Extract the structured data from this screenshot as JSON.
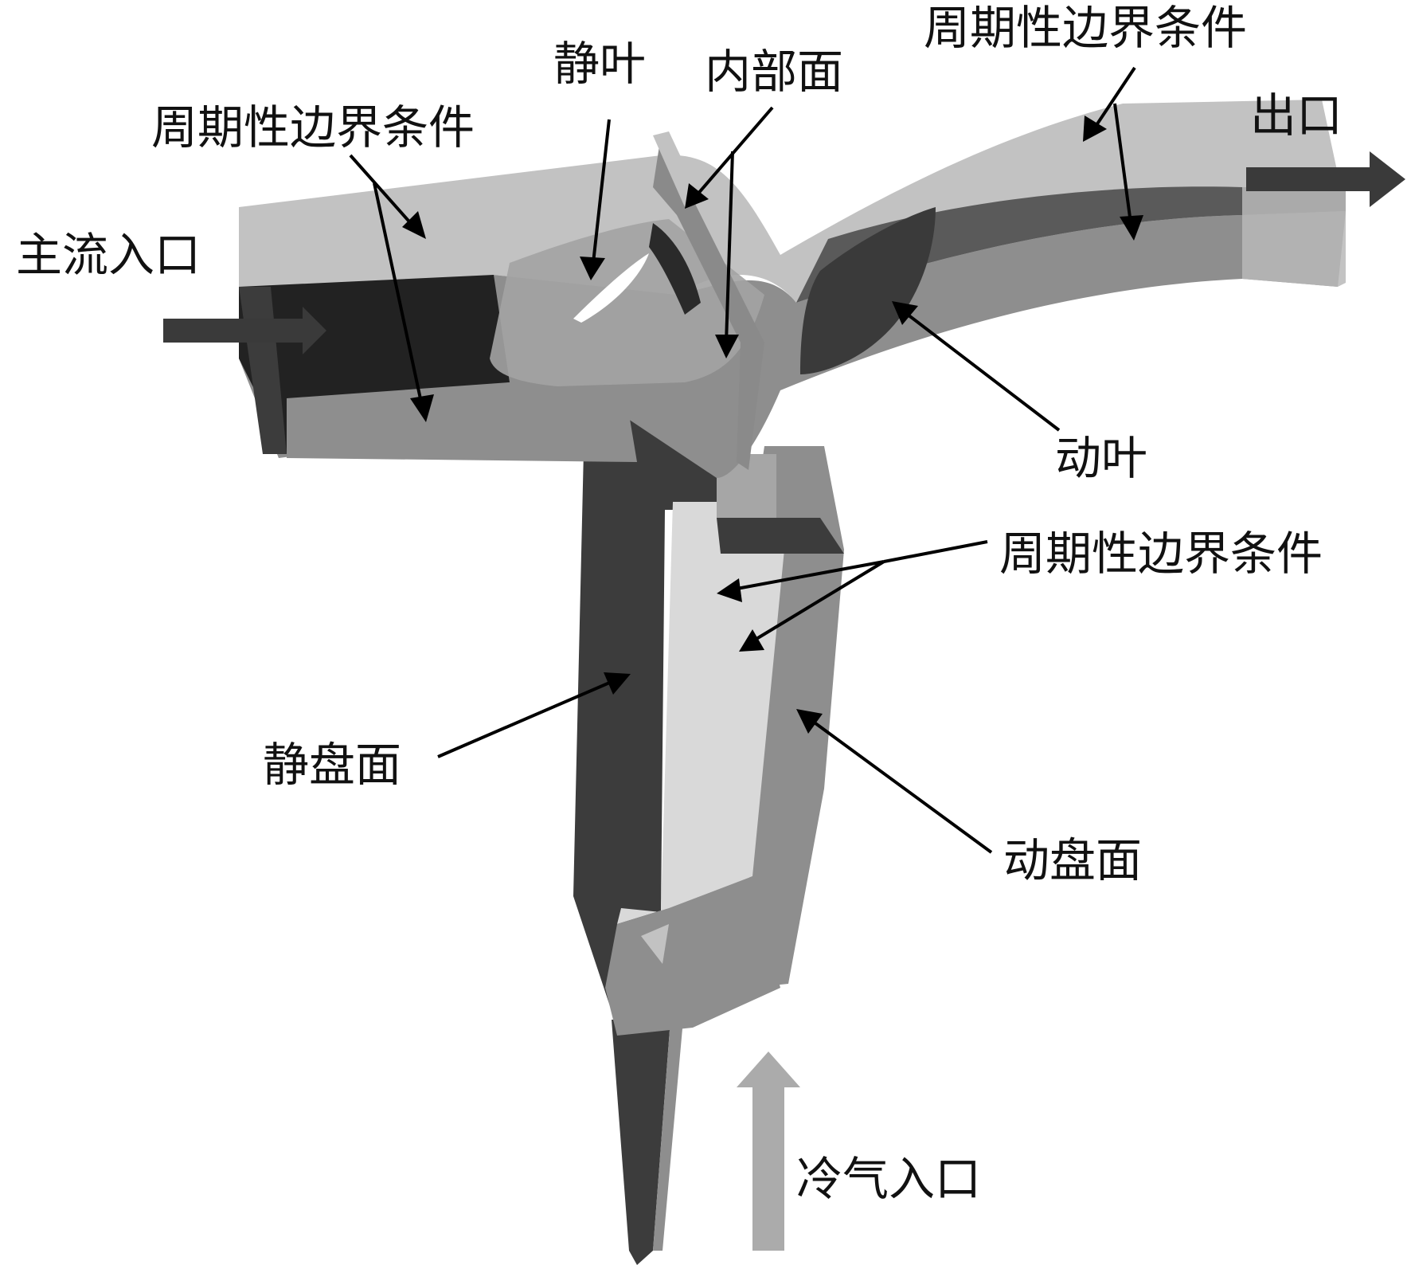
{
  "labels": {
    "periodic_top_left": "周期性边界条件",
    "stator_blade": "静叶",
    "interface": "内部面",
    "periodic_top_right": "周期性边界条件",
    "outlet": "出口",
    "main_inlet": "主流入口",
    "rotor_blade": "动叶",
    "periodic_cavity": "周期性边界条件",
    "stator_disk": "静盘面",
    "rotor_disk": "动盘面",
    "coolant_inlet": "冷气入口"
  },
  "colors": {
    "light_surface": "#c2c2c2",
    "mid_surface": "#8e8e8e",
    "dark_surface": "#3c3c3c",
    "darkest_surface": "#222222",
    "pale_surface": "#d9d9d9",
    "flow_arrow": "#3a3a3a",
    "coolant_arrow": "#ababab"
  }
}
